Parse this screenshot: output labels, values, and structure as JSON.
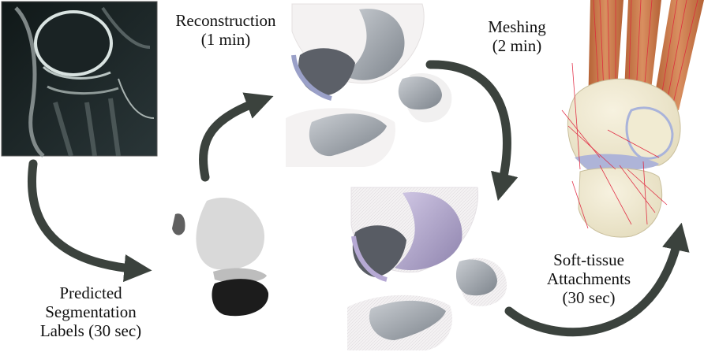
{
  "labels": {
    "reconstruction": {
      "line1": "Reconstruction",
      "line2": "(1 min)"
    },
    "meshing": {
      "line1": "Meshing",
      "line2": "(2 min)"
    },
    "segmentation": {
      "line1": "Predicted",
      "line2": "Segmentation",
      "line3": "Labels (30 sec)"
    },
    "soft_tissue": {
      "line1": "Soft-tissue",
      "line2": "Attachments",
      "line3": "(30 sec)"
    }
  },
  "colors": {
    "arrow": "#3b423d",
    "bone": "#efe8cc",
    "muscle": "#c9784a",
    "cartilage": "#aeb4d8",
    "mesh_purple": "#a79cc6",
    "ligament": "#e0203a",
    "mri_background": "#1e2a2c"
  },
  "icons": [
    "mri-scan-image",
    "segmentation-labels-image",
    "reconstruction-model-image",
    "mesh-model-image",
    "knee-attachments-image"
  ]
}
